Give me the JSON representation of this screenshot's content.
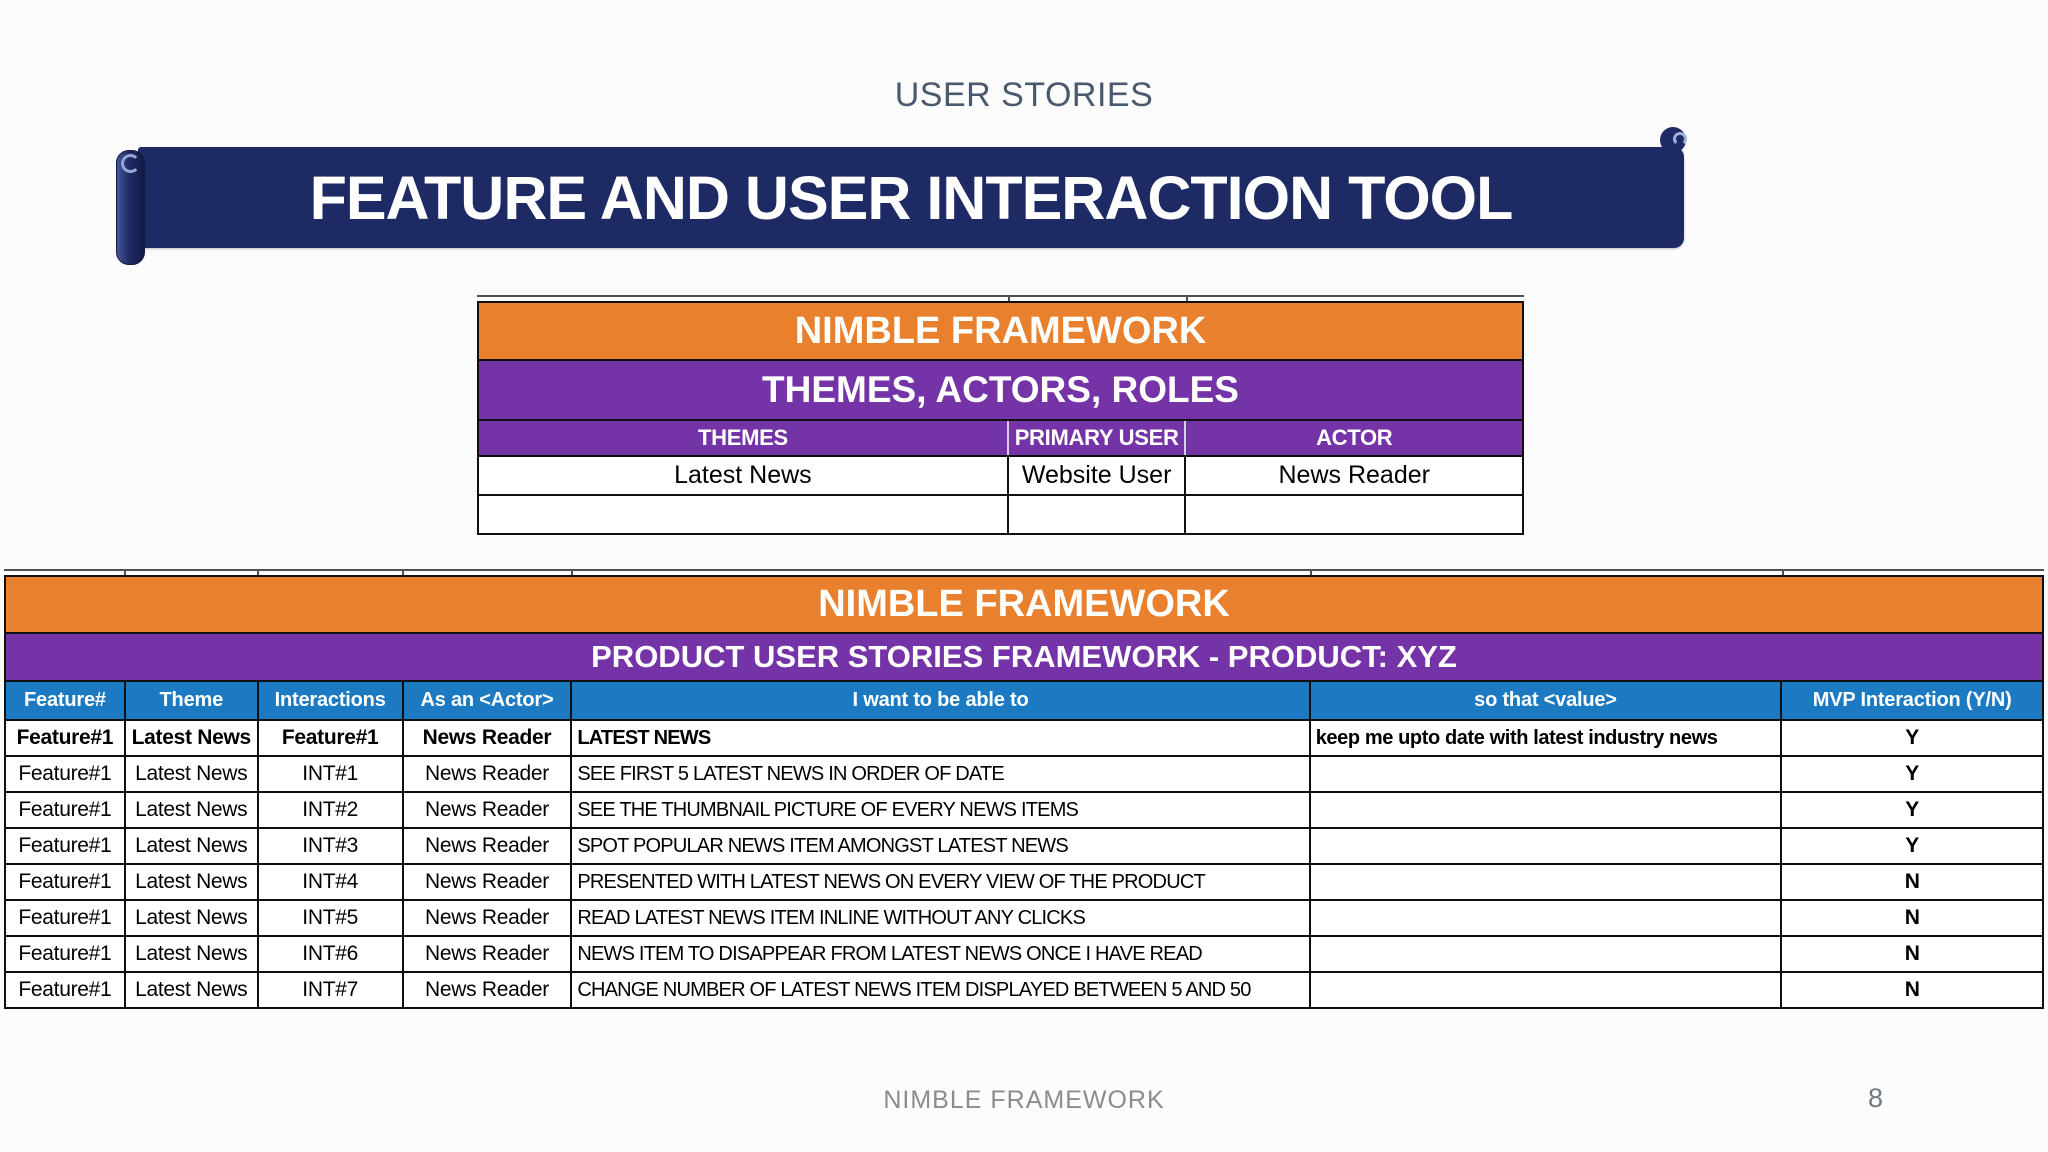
{
  "slide": {
    "title": "USER STORIES",
    "banner_title": "FEATURE AND USER INTERACTION TOOL",
    "footer": "NIMBLE FRAMEWORK",
    "page_number": "8"
  },
  "colors": {
    "accent_orange": "#E8802E",
    "accent_purple": "#7433A6",
    "accent_blue": "#1B7AC2",
    "banner_navy": "#1E2A63"
  },
  "themes_table": {
    "title": "NIMBLE FRAMEWORK",
    "subtitle": "THEMES, ACTORS, ROLES",
    "columns": [
      "THEMES",
      "PRIMARY USER",
      "ACTOR"
    ],
    "rows": [
      [
        "Latest News",
        "Website User",
        "News Reader"
      ],
      [
        "",
        "",
        ""
      ]
    ]
  },
  "stories_table": {
    "title": "NIMBLE FRAMEWORK",
    "subtitle": "PRODUCT USER STORIES FRAMEWORK - PRODUCT: XYZ",
    "columns": [
      "Feature#",
      "Theme",
      "Interactions",
      "As an <Actor>",
      "I want to be able to",
      "so that <value>",
      "MVP Interaction (Y/N)"
    ],
    "bold_row_index": 0,
    "rows": [
      [
        "Feature#1",
        "Latest News",
        "Feature#1",
        "News Reader",
        "LATEST NEWS",
        "keep me upto date with latest industry news",
        "Y"
      ],
      [
        "Feature#1",
        "Latest News",
        "INT#1",
        "News Reader",
        "SEE FIRST 5 LATEST NEWS IN ORDER OF DATE",
        "",
        "Y"
      ],
      [
        "Feature#1",
        "Latest News",
        "INT#2",
        "News Reader",
        "SEE THE THUMBNAIL PICTURE OF EVERY NEWS ITEMS",
        "",
        "Y"
      ],
      [
        "Feature#1",
        "Latest News",
        "INT#3",
        "News Reader",
        "SPOT POPULAR NEWS ITEM AMONGST LATEST NEWS",
        "",
        "Y"
      ],
      [
        "Feature#1",
        "Latest News",
        "INT#4",
        "News Reader",
        "PRESENTED WITH LATEST NEWS ON EVERY VIEW OF THE PRODUCT",
        "",
        "N"
      ],
      [
        "Feature#1",
        "Latest News",
        "INT#5",
        "News Reader",
        "READ LATEST NEWS ITEM INLINE WITHOUT ANY CLICKS",
        "",
        "N"
      ],
      [
        "Feature#1",
        "Latest News",
        "INT#6",
        "News Reader",
        "NEWS ITEM TO DISAPPEAR FROM LATEST NEWS ONCE I HAVE READ",
        "",
        "N"
      ],
      [
        "Feature#1",
        "Latest News",
        "INT#7",
        "News Reader",
        "CHANGE NUMBER OF LATEST NEWS ITEM DISPLAYED BETWEEN 5 AND 50",
        "",
        "N"
      ]
    ]
  }
}
